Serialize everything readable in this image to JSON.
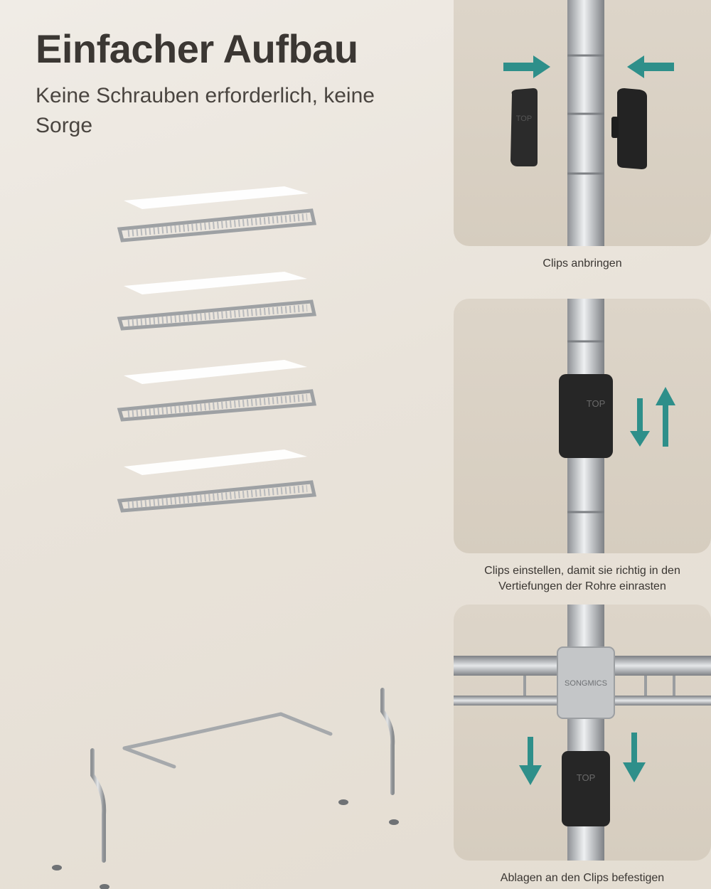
{
  "header": {
    "title": "Einfacher Aufbau",
    "subtitle": "Keine Schrauben erforderlich, keine Sorge"
  },
  "steps": [
    {
      "caption": "Clips anbringen",
      "clip_text": "TOP",
      "icon": "arrows-inward-icon"
    },
    {
      "caption": "Clips einstellen, damit sie richtig in den Vertiefungen der Rohre einrasten",
      "clip_text": "TOP",
      "icon": "arrows-up-down-icon"
    },
    {
      "caption": "Ablagen an den Clips befestigen",
      "clip_text": "TOP",
      "brand_text": "SONGMICS",
      "icon": "arrows-down-icon"
    }
  ],
  "colors": {
    "accent_teal": "#2e8f8a",
    "panel_bg": "#d9d0c3",
    "page_bg": "#ece7df",
    "metal": "#b9bcbf",
    "clip": "#2b2b2b"
  }
}
